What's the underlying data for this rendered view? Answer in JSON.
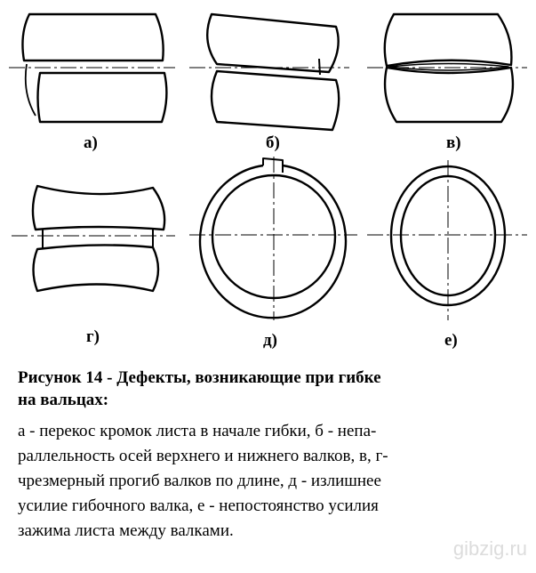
{
  "panels": {
    "a": "а)",
    "b": "б)",
    "v": "в)",
    "g": "г)",
    "d": "д)",
    "e": "е)"
  },
  "caption": {
    "title": [
      "Рисунок 14 - Дефекты, возникающие при гибке",
      "на вальцах:"
    ],
    "lines": [
      "а - перекос кромок листа в начале гибки, б - непа-",
      "раллельность осей верхнего и нижнего валков, в, г-",
      "чрезмерный прогиб валков по длине, д - излишнее",
      "усилие гибочного валка, е - непостоянство усилия",
      "зажима листа между валками."
    ]
  },
  "watermark": "gibzig.ru",
  "colors": {
    "line": "#000000",
    "watermark": "#dcdcdc",
    "background": "#ffffff"
  }
}
